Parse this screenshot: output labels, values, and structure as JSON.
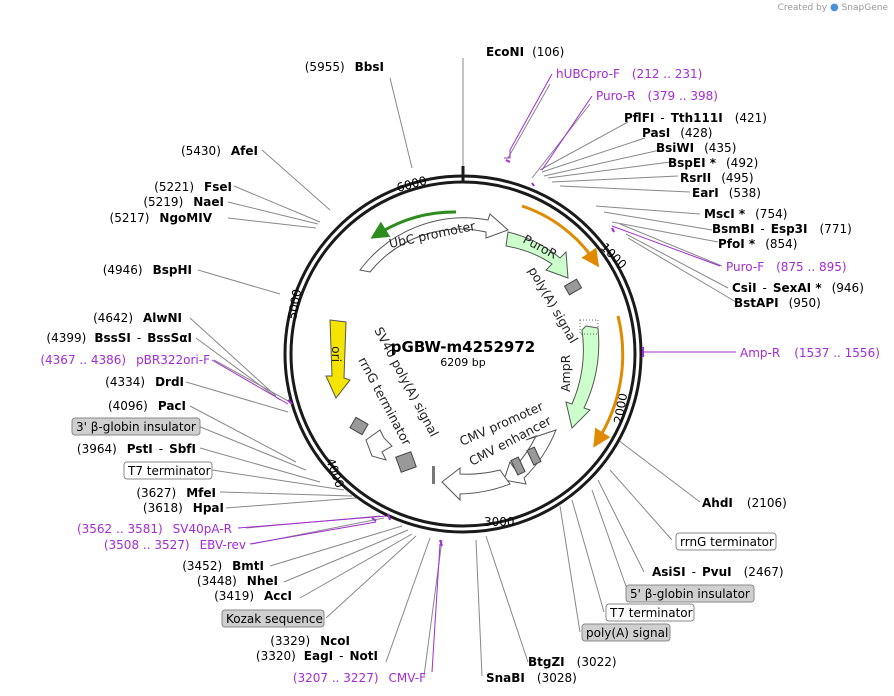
{
  "watermark": {
    "created_by": "Created by",
    "brand": "SnapGene"
  },
  "plasmid": {
    "name": "pGBW-m4252972",
    "length": "6209 bp"
  },
  "ticks": [
    "1000",
    "2000",
    "3000",
    "4000",
    "5000",
    "6000"
  ],
  "enzymes": [
    {
      "id": "econi",
      "name": "EcoNI",
      "pos": "(106)"
    },
    {
      "id": "pflfi",
      "name": "PflFI",
      "sep": "-",
      "name2": "Tth111I",
      "pos": "(421)"
    },
    {
      "id": "psti2",
      "name": "PasI",
      "pos": "(428)"
    },
    {
      "id": "bsiwi",
      "name": "BsiWI",
      "pos": "(435)"
    },
    {
      "id": "bspei",
      "name": "BspEI *",
      "pos": "(492)"
    },
    {
      "id": "rsrii",
      "name": "RsrII",
      "pos": "(495)"
    },
    {
      "id": "eari",
      "name": "EarI",
      "pos": "(538)"
    },
    {
      "id": "msci",
      "name": "MscI *",
      "pos": "(754)"
    },
    {
      "id": "bsmbi",
      "name": "BsmBI",
      "sep": "-",
      "name2": "Esp3I",
      "pos": "(771)"
    },
    {
      "id": "pfoi",
      "name": "PfoI *",
      "pos": "(854)"
    },
    {
      "id": "csii",
      "name": "CsiI",
      "sep": "-",
      "name2": "SexAI *",
      "pos": "(946)"
    },
    {
      "id": "bstapi",
      "name": "BstAPI",
      "pos": "(950)"
    },
    {
      "id": "ahdi",
      "name": "AhdI",
      "pos": "(2106)"
    },
    {
      "id": "asisi",
      "name": "AsiSI",
      "sep": "-",
      "name2": "PvuI",
      "pos": "(2467)"
    },
    {
      "id": "btgzi",
      "name": "BtgZI",
      "pos": "(3022)"
    },
    {
      "id": "snabi",
      "name": "SnaBI",
      "pos": "(3028)"
    },
    {
      "id": "eagi",
      "name": "EagI",
      "sep": "-",
      "name2": "NotI",
      "pos": "(3320)"
    },
    {
      "id": "ncoi",
      "name": "NcoI",
      "pos": "(3329)"
    },
    {
      "id": "acci",
      "name": "AccI",
      "pos": "(3419)"
    },
    {
      "id": "nhei",
      "name": "NheI",
      "pos": "(3448)"
    },
    {
      "id": "bmti",
      "name": "BmtI",
      "pos": "(3452)"
    },
    {
      "id": "hpai",
      "name": "HpaI",
      "pos": "(3618)"
    },
    {
      "id": "mfei",
      "name": "MfeI",
      "pos": "(3627)"
    },
    {
      "id": "psti",
      "name": "PstI",
      "sep": "-",
      "name2": "SbfI",
      "pos": "(3964)"
    },
    {
      "id": "paci",
      "name": "PacI",
      "pos": "(4096)"
    },
    {
      "id": "drdi",
      "name": "DrdI",
      "pos": "(4334)"
    },
    {
      "id": "bsssi",
      "name": "BssSI",
      "sep": "-",
      "name2": "BssSαI",
      "pos": "(4399)"
    },
    {
      "id": "alwni",
      "name": "AlwNI",
      "pos": "(4642)"
    },
    {
      "id": "bsphi",
      "name": "BspHI",
      "pos": "(4946)"
    },
    {
      "id": "ngomiv",
      "name": "NgoMIV",
      "pos": "(5217)"
    },
    {
      "id": "naei",
      "name": "NaeI",
      "pos": "(5219)"
    },
    {
      "id": "fsei",
      "name": "FseI",
      "pos": "(5221)"
    },
    {
      "id": "afei",
      "name": "AfeI",
      "pos": "(5430)"
    },
    {
      "id": "bbsi",
      "name": "BbsI",
      "pos": "(5955)"
    }
  ],
  "primers": [
    {
      "id": "hubcpro-f",
      "name": "hUBCpro-F",
      "pos": "(212 .. 231)"
    },
    {
      "id": "puro-r",
      "name": "Puro-R",
      "pos": "(379 .. 398)"
    },
    {
      "id": "puro-f",
      "name": "Puro-F",
      "pos": "(875 .. 895)"
    },
    {
      "id": "amp-r",
      "name": "Amp-R",
      "pos": "(1537 .. 1556)"
    },
    {
      "id": "pbr322ori-f",
      "name": "pBR322ori-F",
      "pos": "(4367 .. 4386)"
    },
    {
      "id": "sv40pa-r",
      "name": "SV40pA-R",
      "pos": "(3562 .. 3581)"
    },
    {
      "id": "ebv-rev",
      "name": "EBV-rev",
      "pos": "(3508 .. 3527)"
    },
    {
      "id": "cmv-f",
      "name": "CMV-F",
      "pos": "(3207 .. 3227)"
    }
  ],
  "boxed_features": [
    {
      "id": "globin-ins-3",
      "text": "3' β-globin insulator",
      "shaded": true
    },
    {
      "id": "t7-term-left",
      "text": "T7 terminator",
      "shaded": false
    },
    {
      "id": "kozak",
      "text": "Kozak sequence",
      "shaded": true
    },
    {
      "id": "rrng-term-right",
      "text": "rrnG terminator",
      "shaded": false
    },
    {
      "id": "globin-ins-5",
      "text": "5' β-globin insulator",
      "shaded": true
    },
    {
      "id": "t7-term-right",
      "text": "T7 terminator",
      "shaded": false
    },
    {
      "id": "polya-signal-box",
      "text": "poly(A) signal",
      "shaded": true
    }
  ],
  "inner_features": {
    "ubc_promoter": "UbC promoter",
    "puror": "PuroR",
    "polya_top": "poly(A) signal",
    "ampr": "AmpR",
    "cmv_promoter": "CMV promoter",
    "cmv_enhancer": "CMV enhancer",
    "sv40_polya": "SV40 poly(A) signal",
    "rrng_terminator": "rrnG terminator",
    "ori": "ori"
  },
  "colors": {
    "primer": "#a32bd6",
    "ubc_arrow": "#2e8b1e",
    "orange_arrow": "#e08a00",
    "ori_fill": "#f5e400",
    "marker_fill": "#ccffcc",
    "ring": "#1a1a1a"
  }
}
